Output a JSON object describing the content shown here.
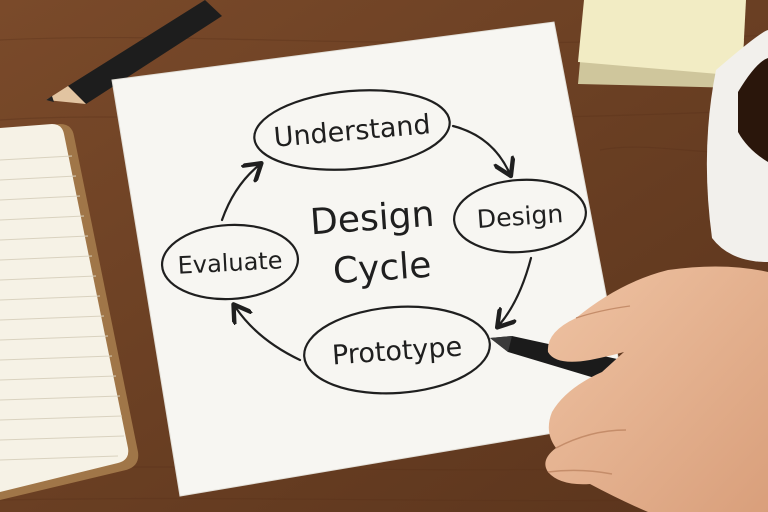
{
  "diagram": {
    "center_line_1": "Design",
    "center_line_2": "Cycle",
    "nodes": [
      {
        "label": "Understand"
      },
      {
        "label": "Design"
      },
      {
        "label": "Prototype"
      },
      {
        "label": "Evaluate"
      }
    ]
  },
  "colors": {
    "desk": "#6e4326",
    "paper": "#f7f6f2",
    "ink": "#1f1f1f",
    "sticky_note": "#f2ecc4",
    "notebook_page": "#f6f2e6",
    "mug": "#f2f0ec",
    "coffee": "#2a160b",
    "skin": "#e7b592",
    "pen": "#1b1b1b"
  },
  "objects": [
    "pencil-icon",
    "notebook-icon",
    "sticky-note-icon",
    "mug-icon",
    "hand-icon",
    "pen-icon"
  ]
}
